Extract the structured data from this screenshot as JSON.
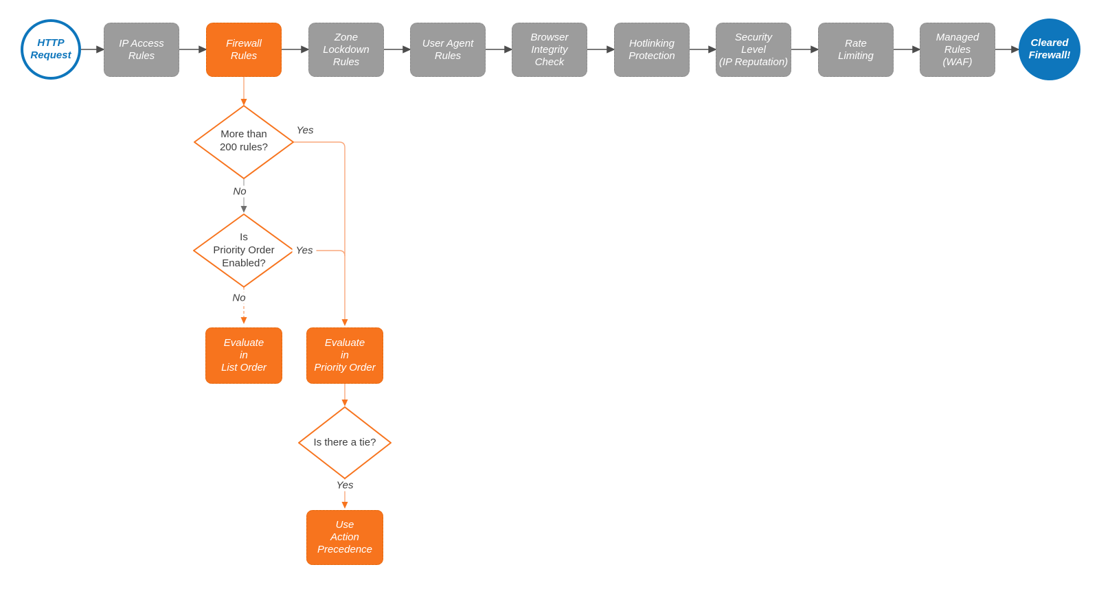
{
  "diagram": {
    "start": {
      "label": "HTTP\nRequest"
    },
    "end": {
      "label": "Cleared\nFirewall!"
    },
    "stages": [
      {
        "label": "IP Access\nRules"
      },
      {
        "label": "Firewall\nRules"
      },
      {
        "label": "Zone\nLockdown\nRules"
      },
      {
        "label": "User Agent\nRules"
      },
      {
        "label": "Browser\nIntegrity\nCheck"
      },
      {
        "label": "Hotlinking\nProtection"
      },
      {
        "label": "Security\nLevel\n(IP Reputation)"
      },
      {
        "label": "Rate\nLimiting"
      },
      {
        "label": "Managed\nRules\n(WAF)"
      }
    ],
    "decisions": {
      "rule_count": {
        "label": "More than\n200 rules?"
      },
      "priority_enabled": {
        "label": "Is\nPriority Order\nEnabled?"
      },
      "tie": {
        "label": "Is there a tie?"
      }
    },
    "actions": {
      "list_order": {
        "label": "Evaluate\nin\nList Order"
      },
      "priority_order": {
        "label": "Evaluate\nin\nPriority Order"
      },
      "action_precedence": {
        "label": "Use\nAction\nPrecedence"
      }
    },
    "edge_labels": {
      "rule_count_yes": "Yes",
      "rule_count_no": "No",
      "priority_yes": "Yes",
      "priority_no": "No",
      "tie_yes": "Yes"
    },
    "colors": {
      "orange": "#F7741E",
      "gray": "#9C9C9C",
      "blue": "#0E76BC",
      "connector_dark": "#4D4D4D",
      "connector_orange_light": "#F9A77B"
    }
  }
}
